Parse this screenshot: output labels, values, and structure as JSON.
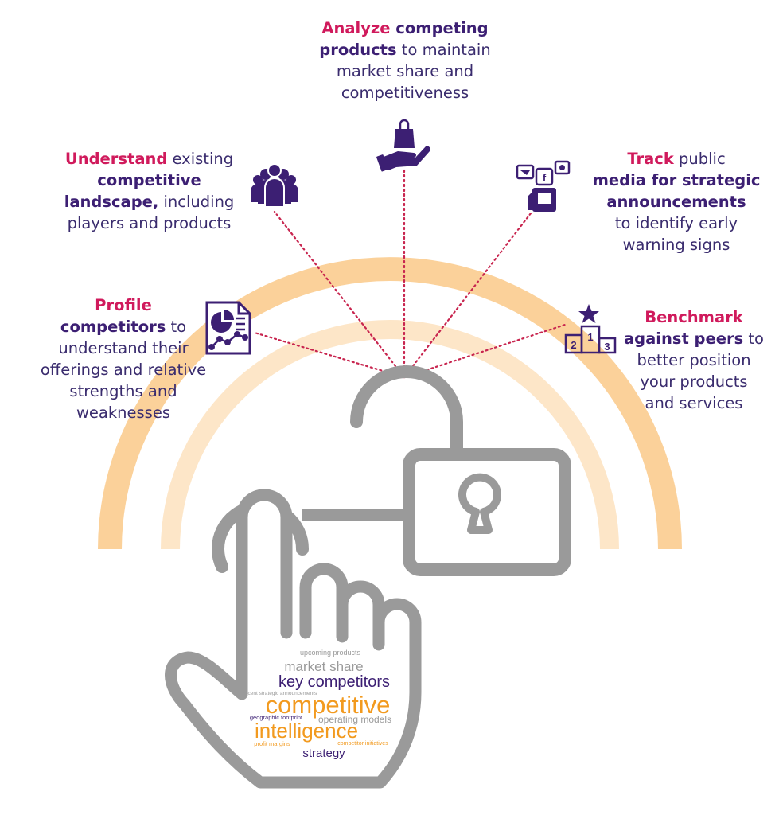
{
  "colors": {
    "arc_outer": "#fbd19a",
    "arc_inner": "#fde6c8",
    "accent": "#d01a5c",
    "purple": "#3c1f73",
    "gray": "#9a9a9a",
    "orange": "#f29a1f"
  },
  "items": [
    {
      "key": "profile",
      "icon": "report-chart-icon",
      "lines": [
        [
          {
            "t": "Profile",
            "s": "hl"
          }
        ],
        [
          {
            "t": "competitors",
            "s": "b"
          },
          {
            "t": " to",
            "s": "n"
          }
        ],
        [
          {
            "t": "understand their",
            "s": "n"
          }
        ],
        [
          {
            "t": "offerings and relative",
            "s": "n"
          }
        ],
        [
          {
            "t": "strengths and",
            "s": "n"
          }
        ],
        [
          {
            "t": "weaknesses",
            "s": "n"
          }
        ]
      ]
    },
    {
      "key": "understand",
      "icon": "people-group-icon",
      "lines": [
        [
          {
            "t": "Understand",
            "s": "hl"
          },
          {
            "t": " existing",
            "s": "n"
          }
        ],
        [
          {
            "t": "competitive",
            "s": "b"
          }
        ],
        [
          {
            "t": "landscape,",
            "s": "b"
          },
          {
            "t": " including",
            "s": "n"
          }
        ],
        [
          {
            "t": "players and products",
            "s": "n"
          }
        ]
      ]
    },
    {
      "key": "analyze",
      "icon": "hand-shopping-bag-icon",
      "lines": [
        [
          {
            "t": "Analyze",
            "s": "hl"
          },
          {
            "t": " competing",
            "s": "b"
          }
        ],
        [
          {
            "t": "products",
            "s": "b"
          },
          {
            "t": " to maintain",
            "s": "n"
          }
        ],
        [
          {
            "t": "market share and",
            "s": "n"
          }
        ],
        [
          {
            "t": "competitiveness",
            "s": "n"
          }
        ]
      ]
    },
    {
      "key": "track",
      "icon": "social-media-phone-icon",
      "lines": [
        [
          {
            "t": "Track",
            "s": "hl"
          },
          {
            "t": " public",
            "s": "n"
          }
        ],
        [
          {
            "t": "media for strategic",
            "s": "b"
          }
        ],
        [
          {
            "t": "announcements",
            "s": "b"
          }
        ],
        [
          {
            "t": "to identify early",
            "s": "n"
          }
        ],
        [
          {
            "t": "warning signs",
            "s": "n"
          }
        ]
      ]
    },
    {
      "key": "benchmark",
      "icon": "podium-star-icon",
      "lines": [
        [
          {
            "t": "Benchmark",
            "s": "hl"
          }
        ],
        [
          {
            "t": "against peers",
            "s": "b"
          },
          {
            "t": " to",
            "s": "n"
          }
        ],
        [
          {
            "t": "better position",
            "s": "n"
          }
        ],
        [
          {
            "t": "your products",
            "s": "n"
          }
        ],
        [
          {
            "t": "and services",
            "s": "n"
          }
        ]
      ]
    }
  ],
  "wordcloud": {
    "upcoming_products": "upcoming products",
    "market_share": "market share",
    "key_competitors": "key competitors",
    "recent_strategic_announcements": "recent strategic announcements",
    "competitive": "competitive",
    "geographic_footprint": "geographic footprint",
    "operating_models": "operating models",
    "intelligence": "intelligence",
    "profit_margins": "profit margins",
    "competitor_initiatives": "competitor initiatives",
    "strategy": "strategy"
  }
}
